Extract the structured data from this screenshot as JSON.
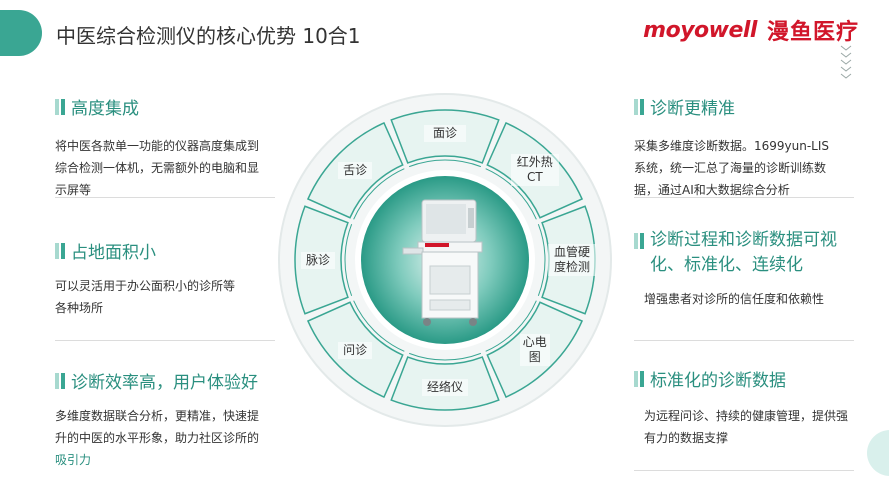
{
  "header": {
    "title": "中医综合检测仪的核心优势  10合1",
    "brand_en": "moyowell",
    "brand_cn": "漫鱼医疗"
  },
  "features": {
    "left": [
      {
        "title": "高度集成",
        "body": "将中医各款单一功能的仪器高度集成到综合检测一体机，无需额外的电脑和显示屏等"
      },
      {
        "title": "占地面积小",
        "body": "可以灵活用于办公面积小的诊所等各种场所"
      },
      {
        "title": "诊断效率高，用户体验好",
        "body": "多维度数据联合分析，更精准，快速提升的中医的水平形象，助力社区诊所的",
        "accent": "吸引力"
      }
    ],
    "right": [
      {
        "title": "诊断更精准",
        "body": "采集多维度诊断数据。1699yun-LIS系统，统一汇总了海量的诊断训练数据，通过AI和大数据综合分析"
      },
      {
        "title": "诊断过程和诊断数据可视化、标准化、连续化",
        "body": "增强患者对诊所的信任度和依赖性"
      },
      {
        "title": "标准化的诊断数据",
        "body": "为远程问诊、持续的健康管理，提供强有力的数据支撑"
      }
    ]
  },
  "ring": {
    "segments": [
      "面诊",
      "红外热CT",
      "血管硬度检测",
      "心电图",
      "经络仪",
      "问诊",
      "脉诊",
      "舌诊"
    ]
  },
  "colors": {
    "accent": "#3aa693",
    "accent_dark": "#2a8f7f",
    "brand": "#d1162a"
  }
}
